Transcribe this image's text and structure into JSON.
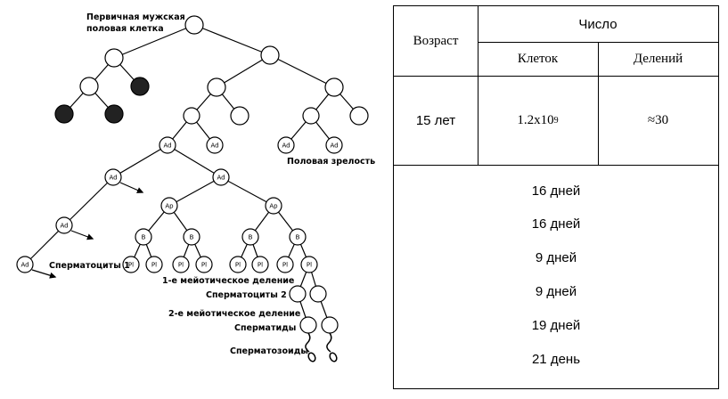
{
  "diagram": {
    "label_primary_line1": "Первичная мужская",
    "label_primary_line2": "половая клетка",
    "label_puberty": "Половая зрелость",
    "label_spermatocytes1": "Сперматоциты 1",
    "label_meiosis1": "1-е мейотическое деление",
    "label_spermatocytes2": "Сперматоциты 2",
    "label_meiosis2": "2-е мейотическое деление",
    "label_spermatids": "Сперматиды",
    "label_spermatozoa": "Сперматозоиды",
    "node_ad": "Ad",
    "node_ap": "Ap",
    "node_b": "B",
    "node_pl": "Pl"
  },
  "table": {
    "header_age": "Возраст",
    "header_number": "Число",
    "header_cells": "Клеток",
    "header_divisions": "Делений",
    "age": "15 лет",
    "cells_value_base": "1.2x10",
    "cells_value_exp": "9",
    "divisions_value": "≈30",
    "stages": [
      "16 дней",
      "16 дней",
      "9 дней",
      "9 дней",
      "19 дней",
      "21 день"
    ]
  }
}
